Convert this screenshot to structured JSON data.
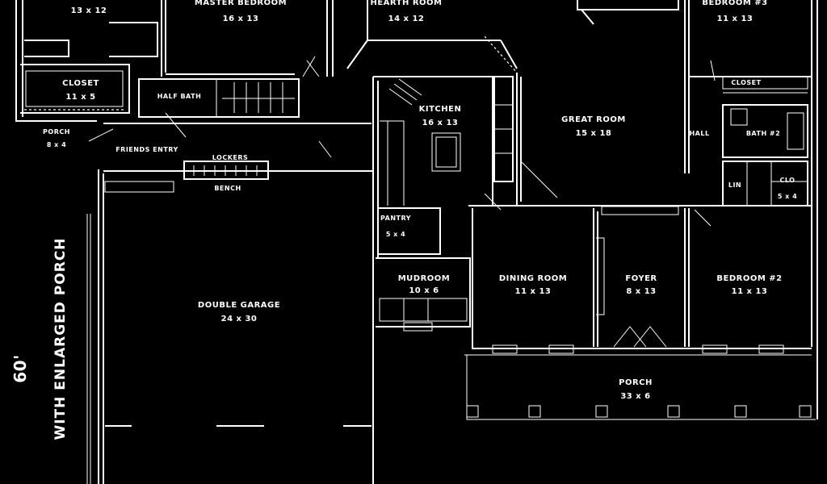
{
  "plan": {
    "width_label": "60'",
    "side_caption": "WITH ENLARGED PORCH",
    "rooms": {
      "top_left": {
        "size": "13 x 12"
      },
      "master_bedroom": {
        "name": "MASTER BEDROOM",
        "size": "16 x 13"
      },
      "hearth_room": {
        "name": "HEARTH ROOM",
        "size": "14 x 12"
      },
      "bedroom3": {
        "name": "BEDROOM #3",
        "size": "11 x 13"
      },
      "closet": {
        "name": "CLOSET",
        "size": "11 x 5"
      },
      "half_bath": {
        "name": "HALF BATH"
      },
      "porch_small": {
        "name": "PORCH",
        "size": "8 x 4"
      },
      "friends_entry": {
        "name": "FRIENDS ENTRY"
      },
      "lockers": {
        "name": "LOCKERS"
      },
      "bench": {
        "name": "BENCH"
      },
      "kitchen": {
        "name": "KITCHEN",
        "size": "16 x 13"
      },
      "great_room": {
        "name": "GREAT ROOM",
        "size": "15 x 18"
      },
      "closet2": {
        "name": "CLOSET"
      },
      "hall": {
        "name": "HALL"
      },
      "bath2": {
        "name": "BATH #2"
      },
      "lin": {
        "name": "LIN"
      },
      "clo": {
        "name": "CLO",
        "size": "5 x 4"
      },
      "pantry": {
        "name": "PANTRY",
        "size": "5 x 4"
      },
      "mudroom": {
        "name": "MUDROOM",
        "size": "10 x 6"
      },
      "dining_room": {
        "name": "DINING ROOM",
        "size": "11 x 13"
      },
      "foyer": {
        "name": "FOYER",
        "size": "8 x 13"
      },
      "bedroom2": {
        "name": "BEDROOM #2",
        "size": "11 x 13"
      },
      "porch": {
        "name": "PORCH",
        "size": "33 x 6"
      },
      "garage": {
        "name": "DOUBLE GARAGE",
        "size": "24 x 30"
      }
    }
  }
}
